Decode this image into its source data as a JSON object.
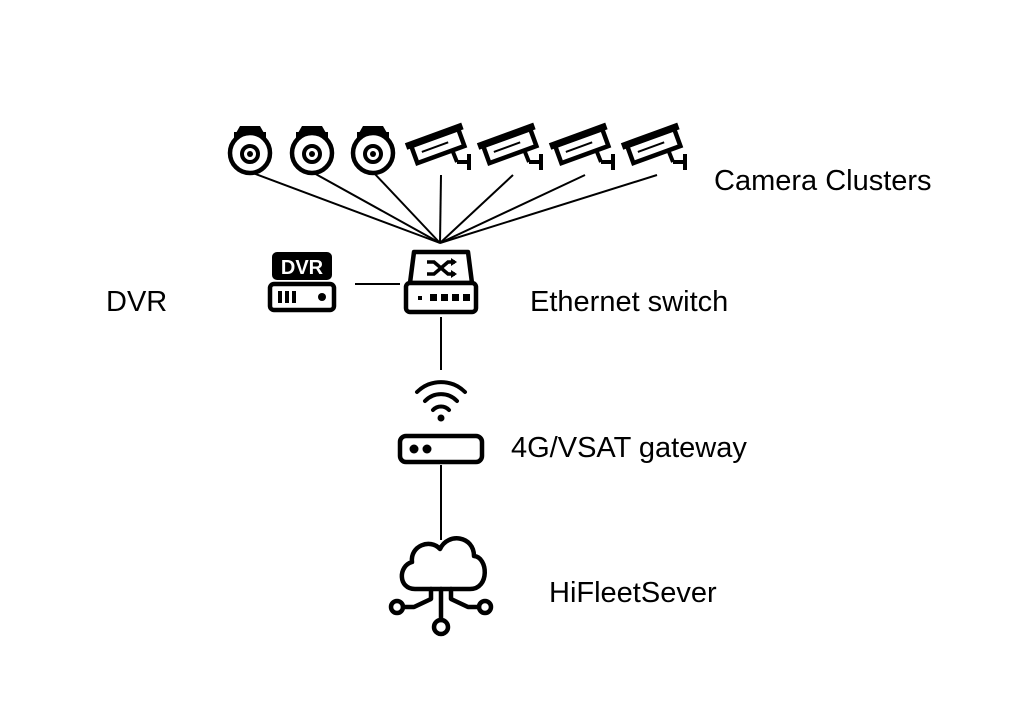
{
  "labels": {
    "camera_clusters": "Camera Clusters",
    "dvr": "DVR",
    "ethernet_switch": "Ethernet switch",
    "gateway": "4G/VSAT gateway",
    "server": "HiFleetSever"
  },
  "icons": {
    "dvr_badge": "DVR",
    "dome_cameras": [
      "dome-camera-icon",
      "dome-camera-icon",
      "dome-camera-icon"
    ],
    "bullet_cameras": [
      "bullet-camera-icon",
      "bullet-camera-icon",
      "bullet-camera-icon",
      "bullet-camera-icon"
    ],
    "switch": "ethernet-switch-icon",
    "wifi": "wifi-icon",
    "router": "router-icon",
    "cloud": "cloud-network-icon"
  }
}
